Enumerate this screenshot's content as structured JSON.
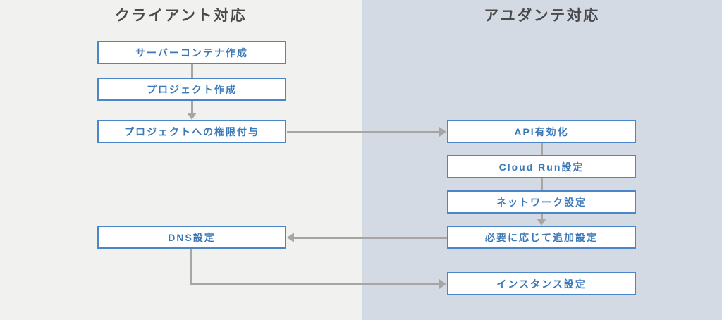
{
  "colors": {
    "panel_left_bg": "#f1f1f0",
    "panel_right_bg": "#d4dae4",
    "node_border": "#4a86c8",
    "node_text": "#3a78b8",
    "node_fill": "#ffffff",
    "connector": "#a8a6a3",
    "title_text": "#4a4a4a"
  },
  "columns": [
    {
      "id": "client",
      "title": "クライアント対応"
    },
    {
      "id": "ayudante",
      "title": "アユダンテ対応"
    }
  ],
  "nodes": [
    {
      "id": "server-container-create",
      "label": "サーバーコンテナ作成",
      "column": "client"
    },
    {
      "id": "project-create",
      "label": "プロジェクト作成",
      "column": "client"
    },
    {
      "id": "project-permission-grant",
      "label": "プロジェクトへの権限付与",
      "column": "client"
    },
    {
      "id": "dns-settings",
      "label": "DNS設定",
      "column": "client"
    },
    {
      "id": "api-enable",
      "label": "API有効化",
      "column": "ayudante"
    },
    {
      "id": "cloud-run-settings",
      "label": "Cloud Run設定",
      "column": "ayudante"
    },
    {
      "id": "network-settings",
      "label": "ネットワーク設定",
      "column": "ayudante"
    },
    {
      "id": "additional-settings",
      "label": "必要に応じて追加設定",
      "column": "ayudante"
    },
    {
      "id": "instance-settings",
      "label": "インスタンス設定",
      "column": "ayudante"
    }
  ],
  "edges": [
    {
      "from": "server-container-create",
      "to": "project-create",
      "direction": "down",
      "arrowhead": false
    },
    {
      "from": "project-create",
      "to": "project-permission-grant",
      "direction": "down",
      "arrowhead": true
    },
    {
      "from": "project-permission-grant",
      "to": "api-enable",
      "direction": "right",
      "arrowhead": true
    },
    {
      "from": "api-enable",
      "to": "cloud-run-settings",
      "direction": "down",
      "arrowhead": false
    },
    {
      "from": "cloud-run-settings",
      "to": "network-settings",
      "direction": "down",
      "arrowhead": false
    },
    {
      "from": "network-settings",
      "to": "additional-settings",
      "direction": "down",
      "arrowhead": true
    },
    {
      "from": "additional-settings",
      "to": "dns-settings",
      "direction": "left",
      "arrowhead": true
    },
    {
      "from": "dns-settings",
      "to": "instance-settings",
      "direction": "elbow-right",
      "arrowhead": true
    }
  ]
}
